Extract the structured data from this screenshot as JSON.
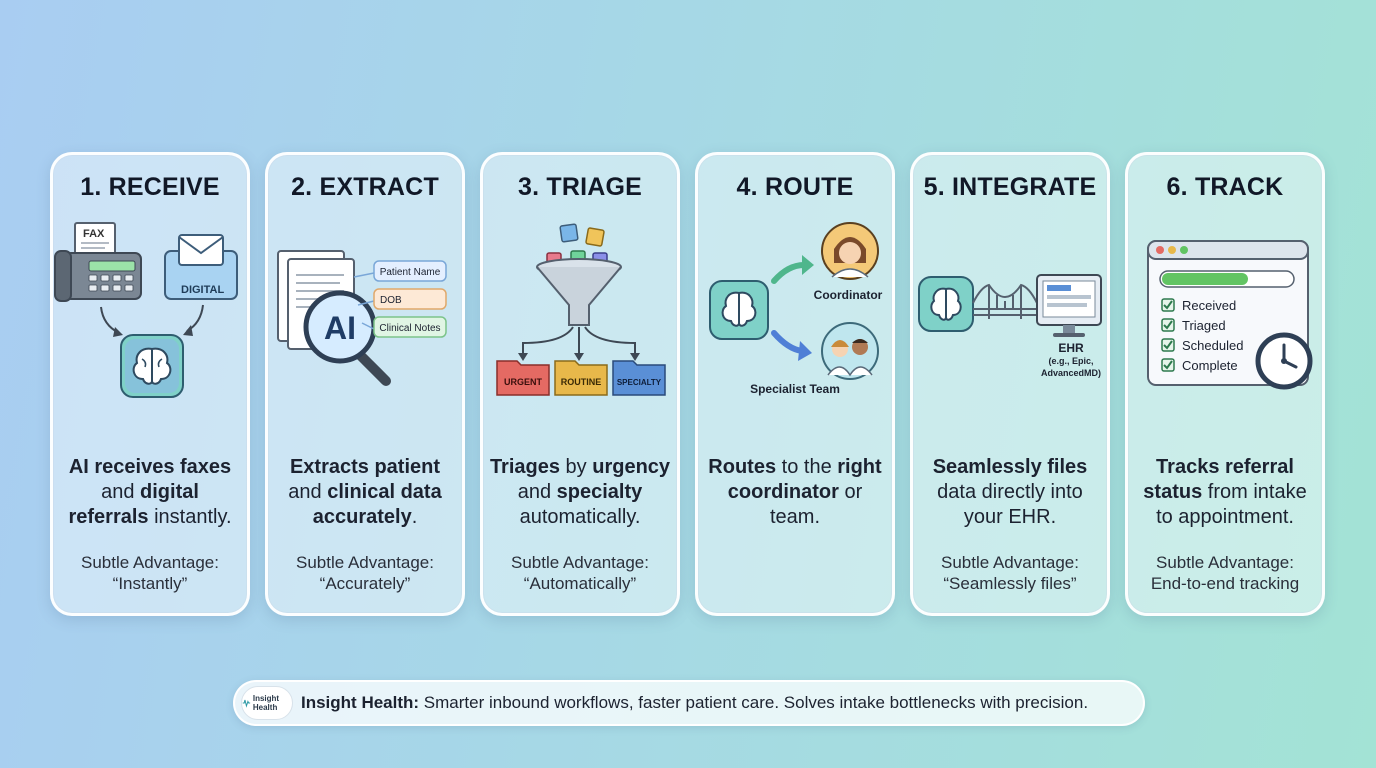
{
  "steps": [
    {
      "title": "1. RECEIVE",
      "desc": [
        [
          "AI receives faxes",
          true
        ],
        [
          " and ",
          false
        ],
        [
          "digital referrals",
          true
        ],
        [
          " instantly.",
          false
        ]
      ],
      "adv_label": "Subtle Advantage:",
      "adv_value": "“Instantly”",
      "illus": {
        "fax_label": "FAX",
        "inbox_label": "DIGITAL"
      }
    },
    {
      "title": "2. EXTRACT",
      "desc": [
        [
          "Extracts patient",
          true
        ],
        [
          " and ",
          false
        ],
        [
          "clinical data accurately",
          true
        ],
        [
          ".",
          false
        ]
      ],
      "adv_label": "Subtle Advantage:",
      "adv_value": "“Accurately”",
      "illus": {
        "ai_label": "AI",
        "fields": [
          "Patient Name",
          "DOB",
          "Clinical Notes"
        ]
      }
    },
    {
      "title": "3. TRIAGE",
      "desc": [
        [
          "Triages",
          true
        ],
        [
          " by ",
          false
        ],
        [
          "urgency",
          true
        ],
        [
          " and ",
          false
        ],
        [
          "specialty",
          true
        ],
        [
          " automatically.",
          false
        ]
      ],
      "adv_label": "Subtle Advantage:",
      "adv_value": "“Automatically”",
      "illus": {
        "folders": [
          "URGENT",
          "ROUTINE",
          "SPECIALTY"
        ]
      }
    },
    {
      "title": "4. ROUTE",
      "desc": [
        [
          "Routes",
          true
        ],
        [
          " to the ",
          false
        ],
        [
          "right coordinator",
          true
        ],
        [
          " or team.",
          false
        ]
      ],
      "adv_label": "",
      "adv_value": "",
      "illus": {
        "coordinator_label": "Coordinator",
        "team_label": "Specialist Team"
      }
    },
    {
      "title": "5. INTEGRATE",
      "desc": [
        [
          "Seamlessly files",
          true
        ],
        [
          " data directly into your EHR.",
          false
        ]
      ],
      "adv_label": "Subtle Advantage:",
      "adv_value": "“Seamlessly files”",
      "illus": {
        "ehr_label": "EHR",
        "ehr_examples": "(e.g., Epic, AdvancedMD)"
      }
    },
    {
      "title": "6. TRACK",
      "desc": [
        [
          "Tracks referral status",
          true
        ],
        [
          " from intake to appointment.",
          false
        ]
      ],
      "adv_label": "Subtle Advantage:",
      "adv_value": "End-to-end tracking",
      "illus": {
        "checklist": [
          "Received",
          "Triaged",
          "Scheduled",
          "Complete"
        ]
      }
    }
  ],
  "footer": {
    "logo_text": "Insight Health",
    "brand": "Insight Health:",
    "text": " Smarter inbound workflows, faster patient care. Solves intake bottlenecks with precision."
  },
  "colors": {
    "brain": "#5fb7c9",
    "urgent": "#e46a63",
    "routine": "#e8b84a",
    "specialty": "#5a8fd6",
    "progress": "#62c463",
    "check": "#3fa865"
  }
}
